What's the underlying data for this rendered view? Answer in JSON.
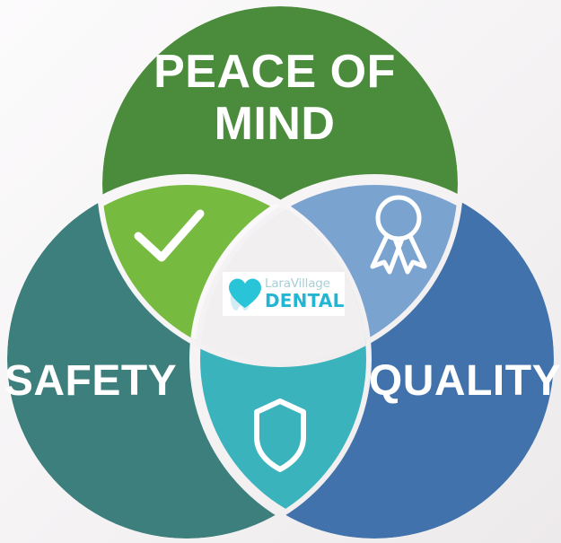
{
  "diagram": {
    "type": "venn-three-circle",
    "title_absent": true,
    "background_color": "#f3f1f2",
    "segments": [
      {
        "id": "peace-of-mind",
        "label": "PEACE OF MIND",
        "label_lines": [
          "PEACE OF",
          "MIND"
        ],
        "color": "#4a8c3c",
        "position": "top"
      },
      {
        "id": "safety",
        "label": "SAFETY",
        "label_lines": [
          "SAFETY"
        ],
        "color": "#3d7f7c",
        "position": "left"
      },
      {
        "id": "quality",
        "label": "QUALITY",
        "label_lines": [
          "QUALITY"
        ],
        "color": "#4272ac",
        "position": "right"
      }
    ],
    "overlaps": [
      {
        "id": "peace-safety",
        "between": [
          "peace-of-mind",
          "safety"
        ],
        "color": "#76bb40",
        "icon": "checkmark-icon"
      },
      {
        "id": "peace-quality",
        "between": [
          "peace-of-mind",
          "quality"
        ],
        "color": "#7ba3d0",
        "icon": "award-ribbon-icon"
      },
      {
        "id": "safety-quality",
        "between": [
          "safety",
          "quality"
        ],
        "color": "#3bb3bd",
        "icon": "shield-icon"
      }
    ],
    "center": {
      "id": "center-intersection",
      "color": "#f2eff0",
      "content": "brand-logo"
    }
  },
  "logo": {
    "name": "LaraVillage DENTAL",
    "line1": "LaraVillage",
    "line2": "DENTAL",
    "mark": "heart-tooth-icon",
    "line1_color": "#a8cfd6",
    "line2_color": "#23b5d3",
    "heart_color": "#29c4d8",
    "tooth_color": "#cfeaf2",
    "background_color": "#ffffff"
  }
}
